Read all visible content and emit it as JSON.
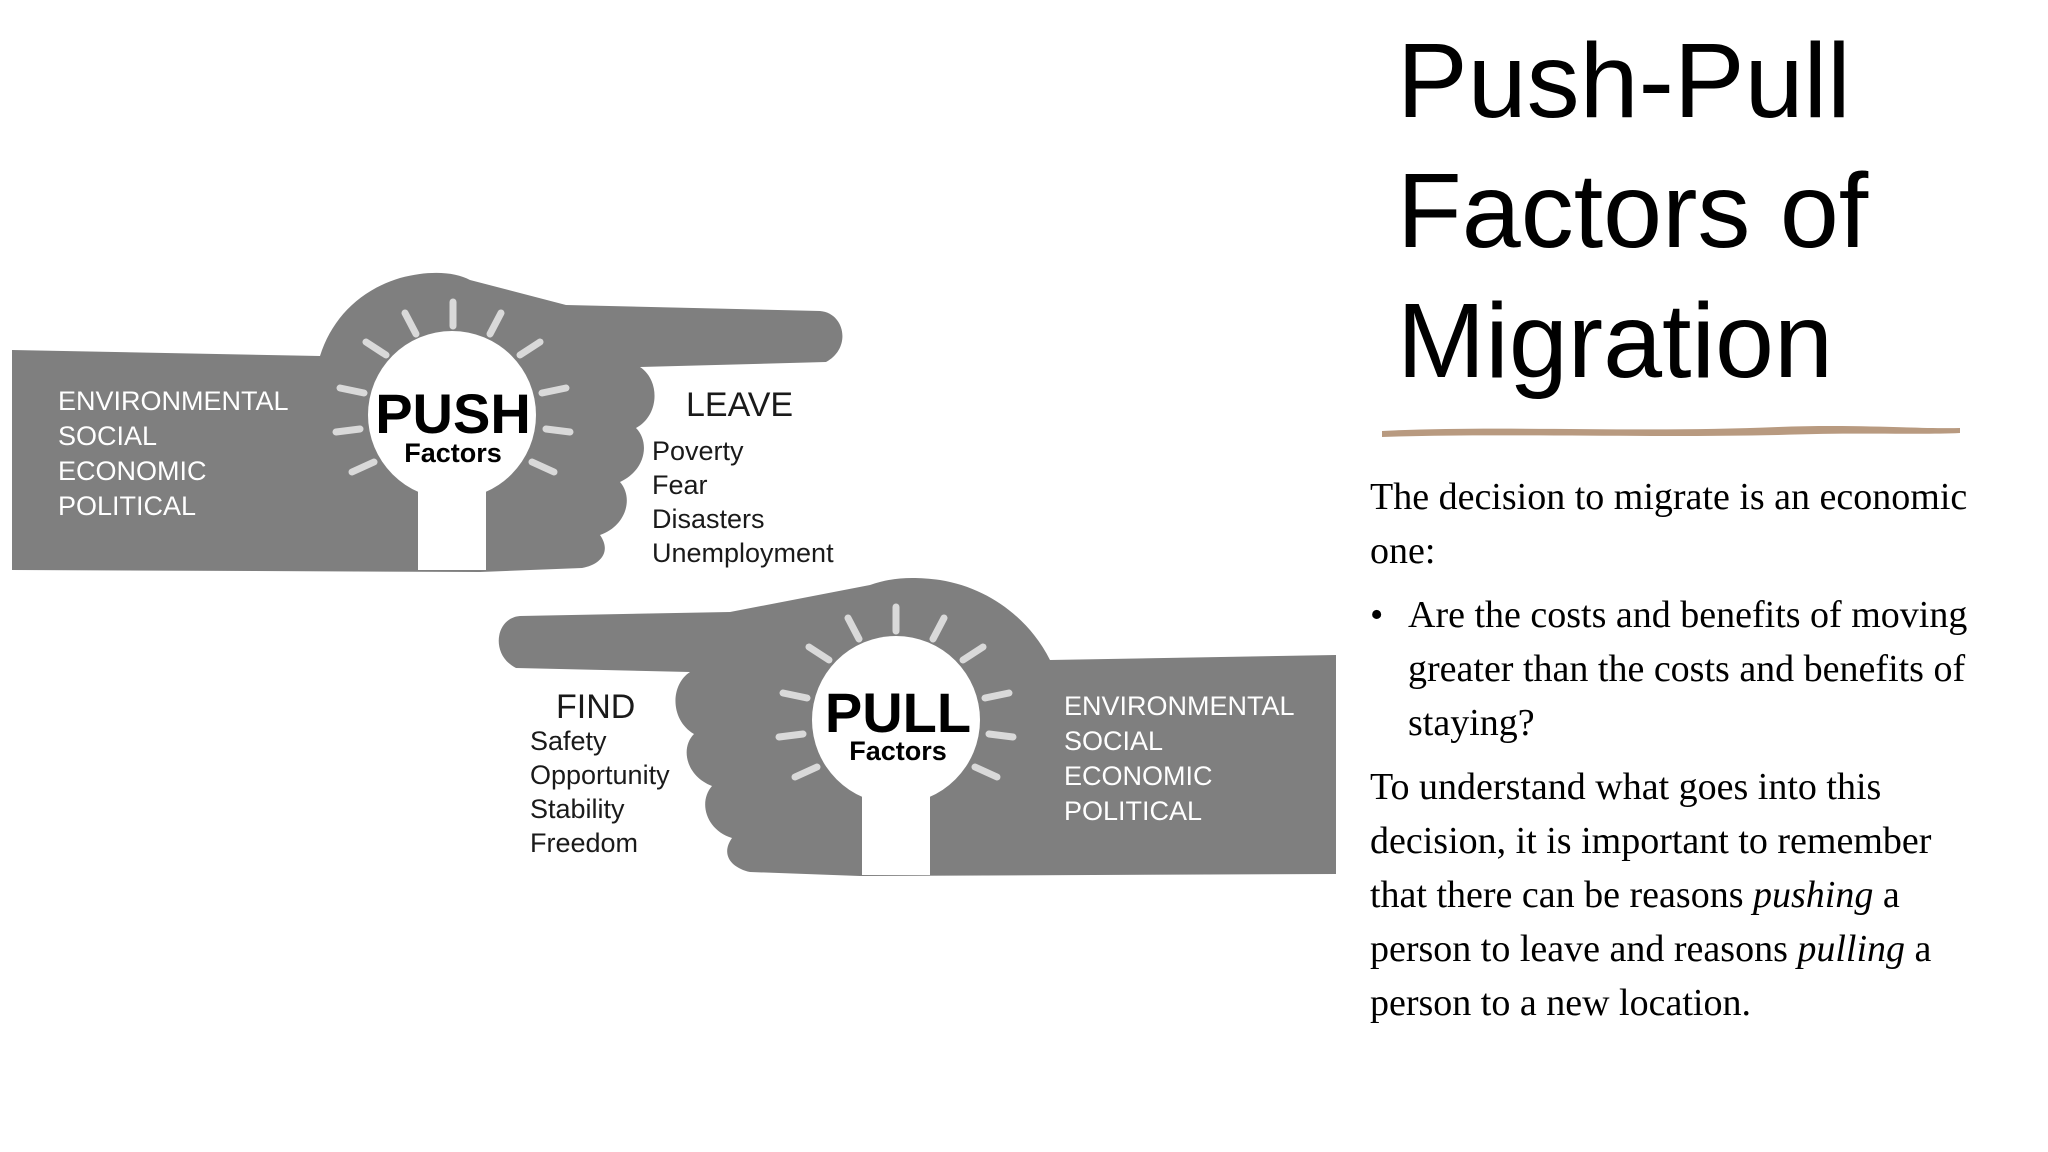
{
  "slide": {
    "title_lines": [
      "Push-Pull",
      "Factors of",
      "Migration"
    ],
    "intro": "The decision to migrate is an economic one:",
    "bullet": "Are the costs and benefits of moving greater than the costs and benefits of staying?",
    "explanation": {
      "part1": "To understand what goes into this decision, it is important to remember that there can be reasons ",
      "em1": "pushing",
      "part2": " a person to leave and reasons ",
      "em2": "pulling",
      "part3": " a person to a new location."
    },
    "bullet_symbol": "•"
  },
  "push": {
    "categories": [
      "ENVIRONMENTAL",
      "SOCIAL",
      "ECONOMIC",
      "POLITICAL"
    ],
    "bulb_title": "PUSH",
    "bulb_subtitle": "Factors",
    "action": "LEAVE",
    "items": [
      "Poverty",
      "Fear",
      "Disasters",
      "Unemployment"
    ]
  },
  "pull": {
    "categories": [
      "ENVIRONMENTAL",
      "SOCIAL",
      "ECONOMIC",
      "POLITICAL"
    ],
    "bulb_title": "PULL",
    "bulb_subtitle": "Factors",
    "action": "FIND",
    "items": [
      "Safety",
      "Opportunity",
      "Stability",
      "Freedom"
    ]
  },
  "colors": {
    "hand": "#7f7f7f",
    "divider": "#b89a80"
  }
}
